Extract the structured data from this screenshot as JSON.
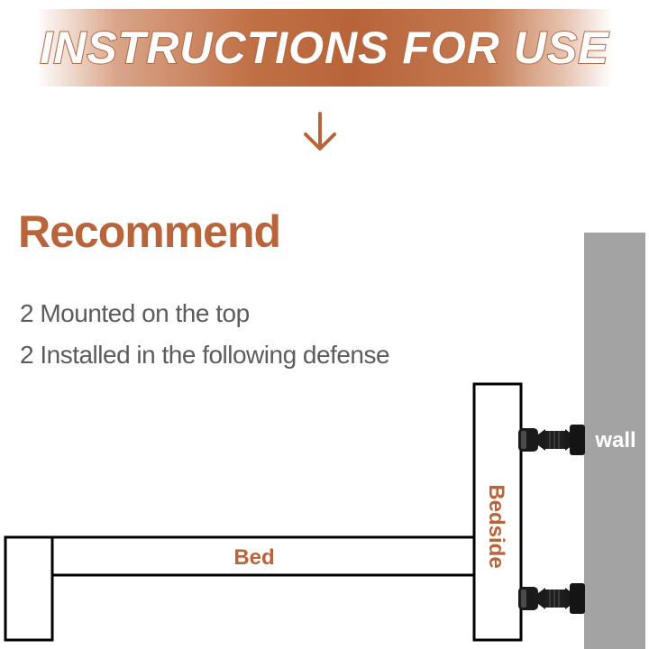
{
  "banner": {
    "title": "INSTRUCTIONS FOR USE"
  },
  "recommend": {
    "heading": "Recommend",
    "lines": [
      "2 Mounted on the top",
      "2 Installed in the following defense"
    ]
  },
  "diagram": {
    "bed_label": "Bed",
    "bedside_label": "Bedside",
    "wall_label": "wall"
  },
  "colors": {
    "accent": "#b9643a",
    "wall": "#a3a3a3",
    "text": "#5c5c5c",
    "bumper": "#1a1a1a"
  }
}
